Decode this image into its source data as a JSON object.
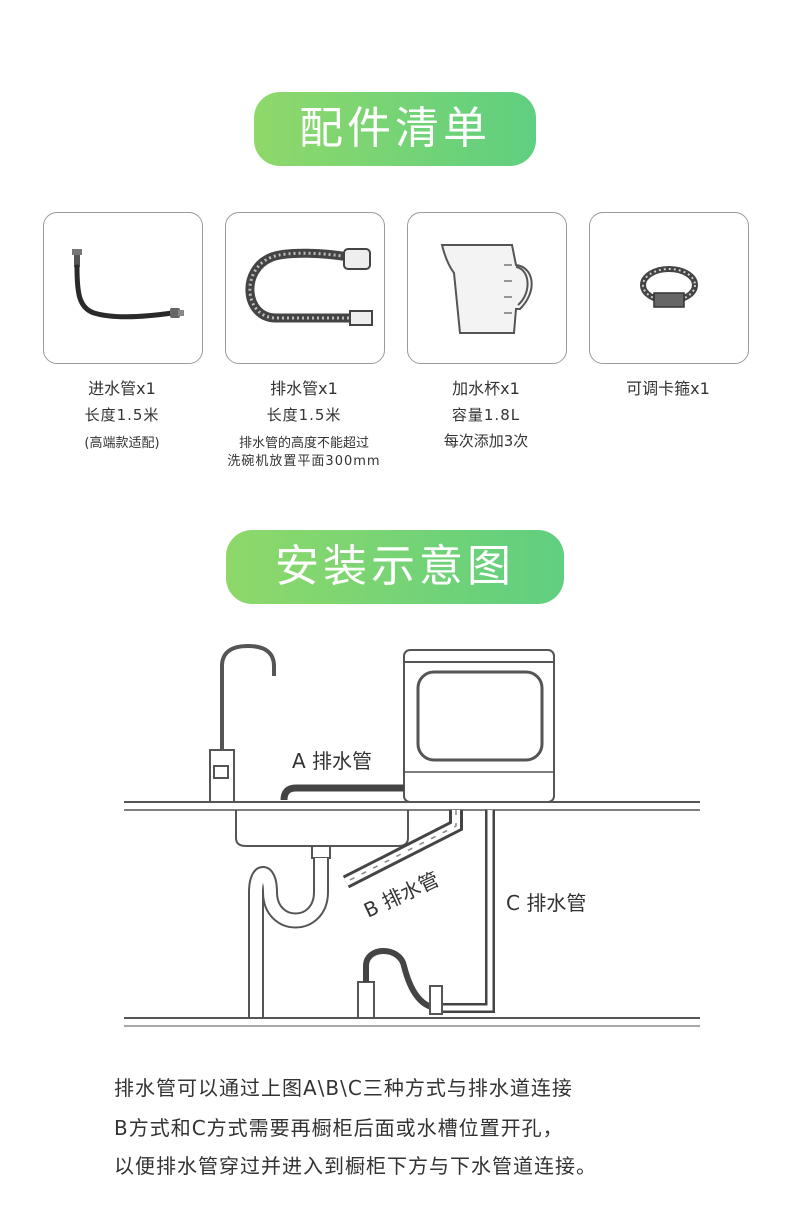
{
  "section1": {
    "title": "配件清单"
  },
  "items": [
    {
      "name": "进水管x1",
      "line2": "长度1.5米",
      "line3": "(高端款适配)",
      "line4": ""
    },
    {
      "name": "排水管x1",
      "line2": "长度1.5米",
      "line3": "排水管的高度不能超过",
      "line4": "洗碗机放置平面300mm"
    },
    {
      "name": "加水杯x1",
      "line2": "容量1.8L",
      "line3": "每次添加3次",
      "line4": ""
    },
    {
      "name": "可调卡箍x1",
      "line2": "",
      "line3": "",
      "line4": ""
    }
  ],
  "section2": {
    "title": "安装示意图"
  },
  "diagram": {
    "label_a": "A 排水管",
    "label_b": "B 排水管",
    "label_c": "C 排水管"
  },
  "description": [
    "排水管可以通过上图A\\B\\C三种方式与排水道连接",
    "B方式和C方式需要再橱柜后面或水槽位置开孔，",
    "以便排水管穿过并进入到橱柜下方与下水管道连接。"
  ],
  "colors": {
    "accent_start": "#8fd86a",
    "accent_end": "#5fcf80"
  }
}
